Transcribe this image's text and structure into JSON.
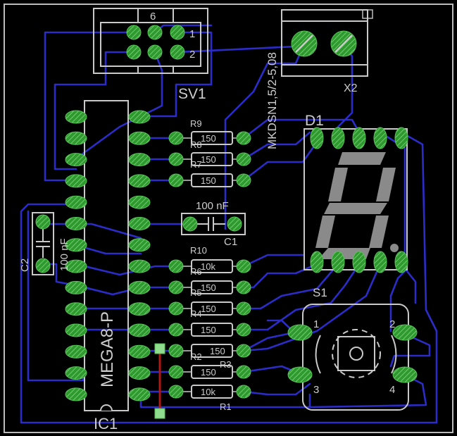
{
  "connector": {
    "name": "SV1",
    "pins": "6",
    "pin1": "1",
    "pin2": "2"
  },
  "terminal": {
    "name": "X2",
    "package": "MKDSN1,5/2-5,08"
  },
  "display": {
    "name": "D1"
  },
  "switch": {
    "name": "S1",
    "pins": [
      "1",
      "2",
      "3",
      "4"
    ]
  },
  "mcu": {
    "name": "IC1",
    "part": "MEGA8-P"
  },
  "capacitors": [
    {
      "name": "C1",
      "value": "100 nF"
    },
    {
      "name": "C2",
      "value": "100 nF"
    }
  ],
  "resistors": [
    {
      "name": "R9",
      "value": "150"
    },
    {
      "name": "R8",
      "value": "150"
    },
    {
      "name": "R7",
      "value": "150"
    },
    {
      "name": "R10",
      "value": "10k"
    },
    {
      "name": "R6",
      "value": "150"
    },
    {
      "name": "R5",
      "value": "150"
    },
    {
      "name": "R4",
      "value": "150"
    },
    {
      "name": "R2",
      "value": "150"
    },
    {
      "name": "R3",
      "value": "150"
    },
    {
      "name": "R1",
      "value": "10k"
    }
  ],
  "colors": {
    "background": "#000000",
    "trace": "#2c2cc8",
    "pad": "#2e9a2e",
    "silkscreen": "#c9c9c9",
    "jumper": "#b01818"
  }
}
